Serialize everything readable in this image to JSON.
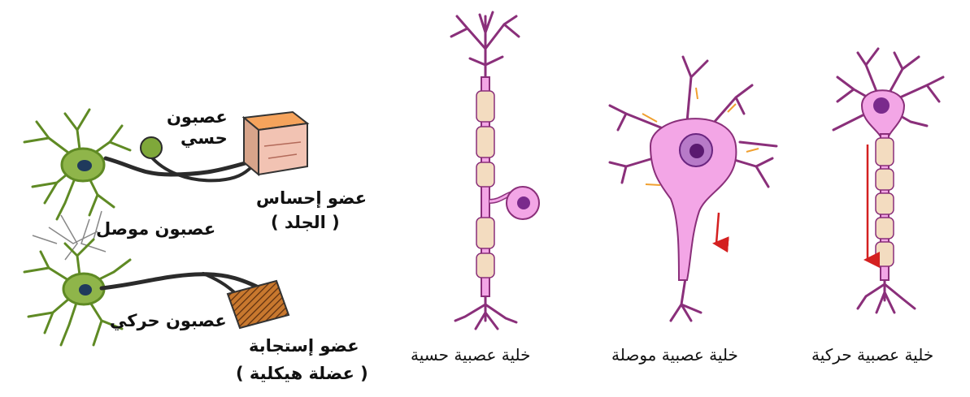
{
  "left_panel": {
    "sensory_neuron_label_line1": "عصبون",
    "sensory_neuron_label_line2": "حسي",
    "sense_organ_label": "عضو إحساس",
    "sense_organ_example": "( الجلد )",
    "interneuron_label": "عصبون موصل",
    "motor_neuron_label": "عصبون حركي",
    "effector_label": "عضو إستجابة",
    "effector_example": "( عضلة هيكلية )"
  },
  "right_panel": {
    "sensory_cell_caption": "خلية عصبية حسية",
    "inter_cell_caption": "خلية عصبية موصلة",
    "motor_cell_caption": "خلية عصبية حركية"
  },
  "colors": {
    "neuron_fill": "#f3a6e6",
    "neuron_stroke": "#8a2f7a",
    "nucleus": "#7a2a8c",
    "myelin": "#f3dcc0",
    "arrow_red": "#d42020",
    "arrow_orange": "#f0a030",
    "green_neuron": "#7fa83a",
    "axon_dark": "#2b2b2b",
    "skin_top": "#f5a35c",
    "muscle": "#c8782e"
  }
}
